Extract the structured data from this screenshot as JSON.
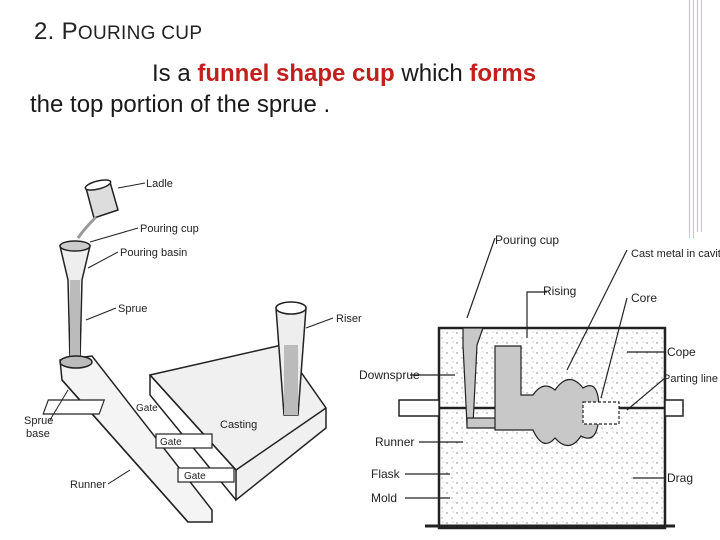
{
  "slide": {
    "number": "2.",
    "title_initial": "P",
    "title_rest": "OURING CUP",
    "text_intro": "Is a ",
    "text_highlight1": "funnel shape cup",
    "text_mid": " which ",
    "text_highlight2": "forms",
    "text_line2": "the top portion of the sprue ."
  },
  "left_diagram": {
    "labels": {
      "ladle": "Ladle",
      "pouring_cup": "Pouring cup",
      "pouring_basin": "Pouring basin",
      "sprue": "Sprue",
      "riser": "Riser",
      "sprue_base_1": "Sprue",
      "sprue_base_2": "base",
      "gate1": "Gate",
      "gate2": "Gate",
      "gate3": "Gate",
      "casting": "Casting",
      "runner": "Runner"
    }
  },
  "right_diagram": {
    "labels": {
      "pouring_cup": "Pouring cup",
      "cast_metal": "Cast metal in cavity",
      "rising": "Rising",
      "core": "Core",
      "cope": "Cope",
      "parting_line": "Parting line",
      "downsprue": "Downsprue",
      "runner": "Runner",
      "flask": "Flask",
      "mold": "Mold",
      "drag": "Drag"
    }
  },
  "colors": {
    "accent_red": "#c1201c",
    "decorative_lines": "#e8b9b0"
  }
}
